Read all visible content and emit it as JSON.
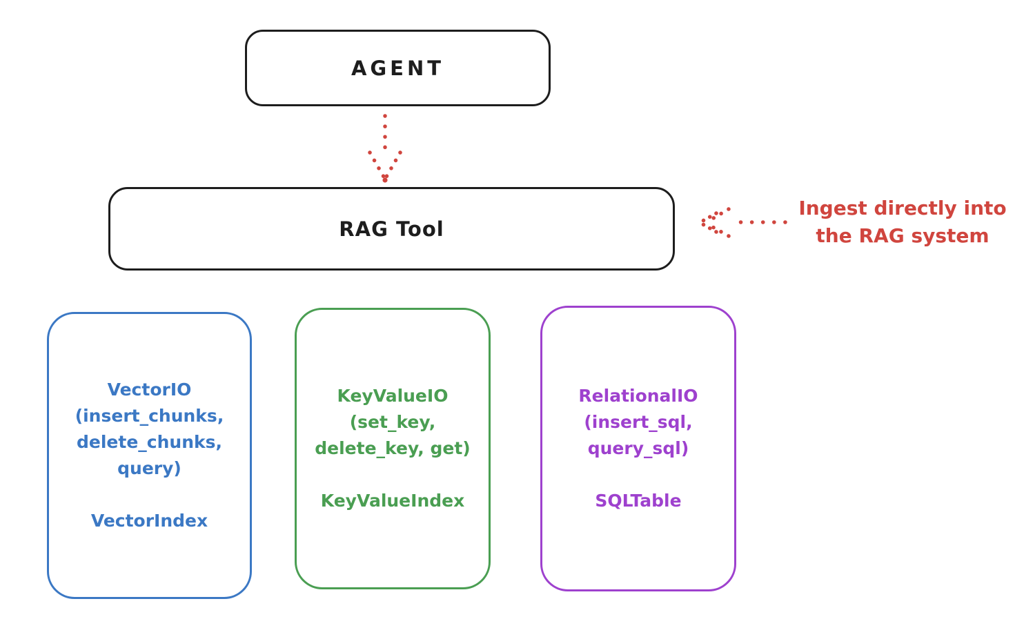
{
  "palette": {
    "black": "#1d1d1d",
    "red": "#d0453e",
    "blue": "#3b78c4",
    "green": "#4a9e52",
    "purple": "#9e41ce",
    "background": "#ffffff"
  },
  "nodes": {
    "agent": {
      "label": "AGENT"
    },
    "rag_tool": {
      "label": "RAG Tool"
    },
    "vector_io": {
      "lines": [
        "VectorIO",
        "(insert_chunks,",
        "delete_chunks,",
        "query)"
      ],
      "index": "VectorIndex"
    },
    "key_value_io": {
      "lines": [
        "KeyValueIO",
        "(set_key,",
        "delete_key, get)"
      ],
      "index": "KeyValueIndex"
    },
    "relational_io": {
      "lines": [
        "RelationalIO",
        "(insert_sql,",
        "query_sql)"
      ],
      "index": "SQLTable"
    }
  },
  "annotation": {
    "lines": [
      "Ingest directly into",
      "the RAG system"
    ]
  },
  "arrows": {
    "agent_to_rag": {
      "style": "dotted",
      "direction": "down"
    },
    "annotation_to_rag": {
      "style": "dotted",
      "direction": "left"
    }
  }
}
